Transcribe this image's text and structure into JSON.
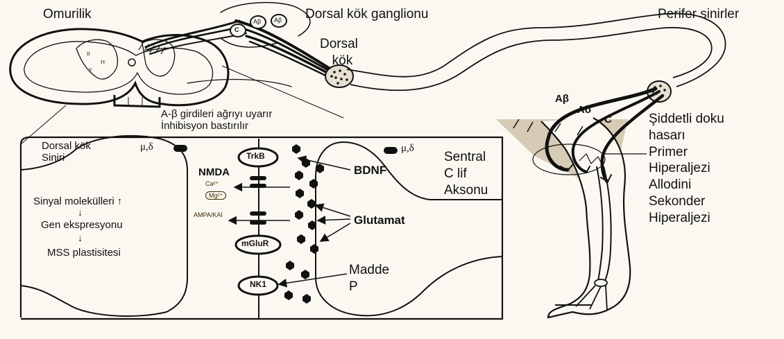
{
  "colors": {
    "ink": "#111111",
    "paper": "#fbf8f1",
    "leg_shade": "#d6cbb5",
    "tiny_text": "#3a2a00"
  },
  "headers": {
    "spinal_cord": "Omurilik",
    "drg": "Dorsal kök ganglionu",
    "peripheral": "Perifer sinirler"
  },
  "dorsal_root": {
    "line1": "Dorsal",
    "line2": "kök"
  },
  "ganglion_cells": {
    "c": "C",
    "ab1": "Aβ",
    "ab2": "Aβ"
  },
  "caption": {
    "line1": "A-β girdileri ağrıyı uyarır",
    "line2": "İnhibisyon bastırılır"
  },
  "left_terminal": {
    "line1": "Dorsal kök",
    "line2": "Siniri"
  },
  "right_terminal": {
    "line1": "Sentral",
    "line2": "C lif",
    "line3": "Aksonu"
  },
  "opioid_receptor_left": "μ,δ",
  "opioid_receptor_right": "μ,δ",
  "receptors": {
    "trkb": "TrkB",
    "nmda": "NMDA",
    "mglur": "mGluR",
    "nk1": "NK1"
  },
  "ions": {
    "ca": "Ca²⁺",
    "mg": "Mg²⁺",
    "ampa": "AMPA/KAI"
  },
  "signaling": {
    "step1": "Sinyal molekülleri ↑",
    "arrow1": "↓",
    "step2": "Gen ekspresyonu",
    "arrow2": "↓",
    "step3": "MSS plastisitesi"
  },
  "mediators": {
    "bdnf": "BDNF",
    "glutamate": "Glutamat",
    "substance_p_line1": "Madde",
    "substance_p_line2": "P"
  },
  "fibers": {
    "ab": "Aβ",
    "ad": "Aδ",
    "c": "C"
  },
  "injury": {
    "line1": "Şiddetli doku",
    "line2": "hasarı",
    "line3": "Primer",
    "line4": "Hiperaljezi",
    "line5": "Allodini",
    "line6": "Sekonder",
    "line7": "Hiperaljezi"
  }
}
